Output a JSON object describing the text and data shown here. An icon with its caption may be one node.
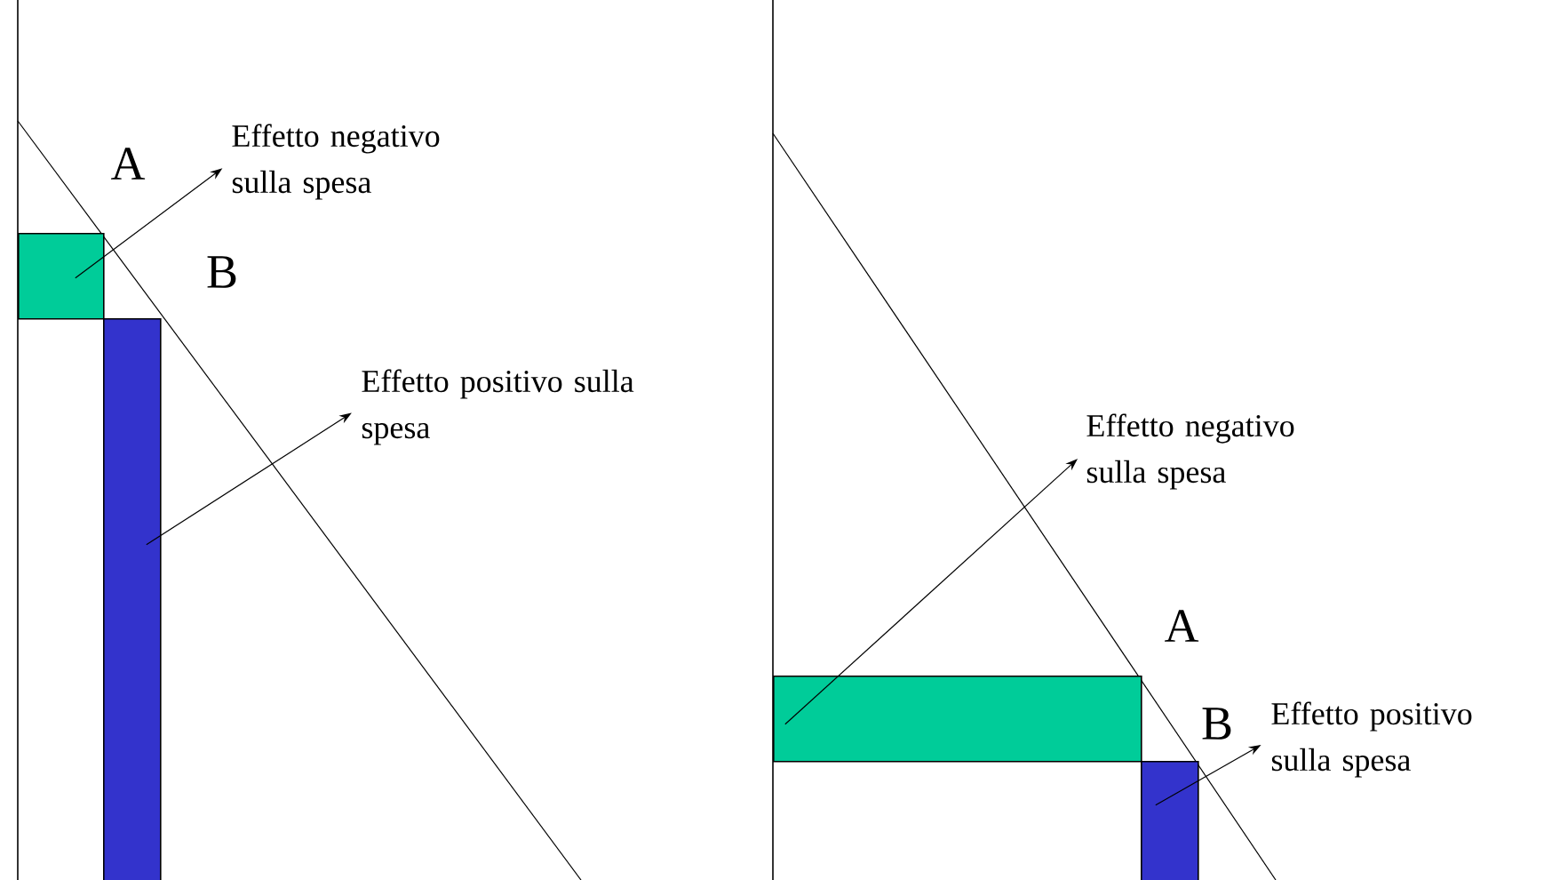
{
  "diagram": {
    "nodes": [
      {
        "text": [
          "Effetto negativo sulla spesa"
        ]
      },
      {
        "text": [],
        "shape": "box"
      },
      {
        "text": [
          "Effetto positivo sulla spesa"
        ]
      },
      {
        "text": [],
        "shape": "box"
      },
      {
        "text": [
          "Effetto negativo sulla spesa"
        ]
      },
      {
        "text": [],
        "shape": "box"
      },
      {
        "text": [
          "Effetto positivo sulla spesa"
        ]
      },
      {
        "text": [],
        "shape": "box"
      }
    ],
    "edges": [
      {
        "from": 1,
        "to": 0,
        "arrow": "to"
      },
      {
        "from": 3,
        "to": 2,
        "arrow": "to"
      },
      {
        "from": 5,
        "to": 4,
        "arrow": "to"
      },
      {
        "from": 7,
        "to": 6,
        "arrow": "to"
      }
    ],
    "labels": [
      "A",
      "B",
      "A",
      "B"
    ]
  }
}
